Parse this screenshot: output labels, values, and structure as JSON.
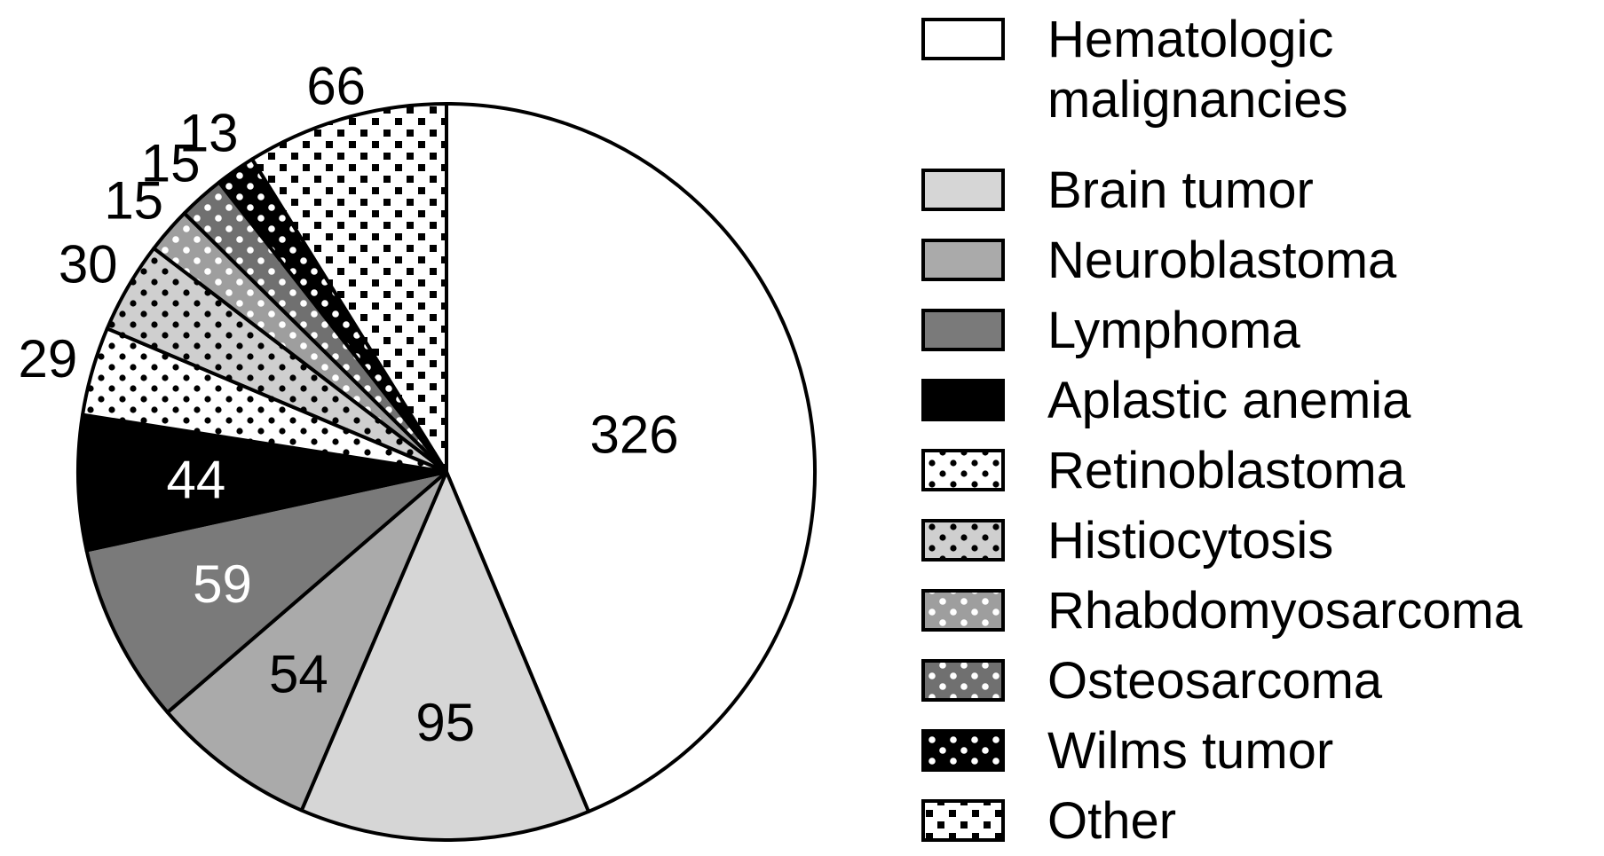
{
  "chart_data": {
    "type": "pie",
    "title": "",
    "start_angle_deg": 0,
    "direction": "clockwise",
    "legend_position": "right",
    "slices": [
      {
        "label": "Hematologic malignancies",
        "legend_lines": [
          "Hematologic",
          "malignancies"
        ],
        "value": 326,
        "fill": "#ffffff",
        "dots": "none",
        "value_label_color": "#000000",
        "value_label_outside": false
      },
      {
        "label": "Brain tumor",
        "legend_lines": [
          "Brain tumor"
        ],
        "value": 95,
        "fill": "#d6d6d6",
        "dots": "none",
        "value_label_color": "#000000",
        "value_label_outside": false
      },
      {
        "label": "Neuroblastoma",
        "legend_lines": [
          "Neuroblastoma"
        ],
        "value": 54,
        "fill": "#aaaaaa",
        "dots": "none",
        "value_label_color": "#000000",
        "value_label_outside": false
      },
      {
        "label": "Lymphoma",
        "legend_lines": [
          "Lymphoma"
        ],
        "value": 59,
        "fill": "#7a7a7a",
        "dots": "none",
        "value_label_color": "#ffffff",
        "value_label_outside": false
      },
      {
        "label": "Aplastic anemia",
        "legend_lines": [
          "Aplastic anemia"
        ],
        "value": 44,
        "fill": "#000000",
        "dots": "none",
        "value_label_color": "#ffffff",
        "value_label_outside": false
      },
      {
        "label": "Retinoblastoma",
        "legend_lines": [
          "Retinoblastoma"
        ],
        "value": 29,
        "fill": "#ffffff",
        "dots": "black-dots",
        "value_label_color": "#000000",
        "value_label_outside": true
      },
      {
        "label": "Histiocytosis",
        "legend_lines": [
          "Histiocytosis"
        ],
        "value": 30,
        "fill": "#cfcfcf",
        "dots": "black-dots",
        "value_label_color": "#000000",
        "value_label_outside": true
      },
      {
        "label": "Rhabdomyosarcoma",
        "legend_lines": [
          "Rhabdomyosarcoma"
        ],
        "value": 15,
        "fill": "#9e9e9e",
        "dots": "white-dots",
        "value_label_color": "#000000",
        "value_label_outside": true
      },
      {
        "label": "Osteosarcoma",
        "legend_lines": [
          "Osteosarcoma"
        ],
        "value": 15,
        "fill": "#707070",
        "dots": "white-dots",
        "value_label_color": "#000000",
        "value_label_outside": true
      },
      {
        "label": "Wilms tumor",
        "legend_lines": [
          "Wilms tumor"
        ],
        "value": 13,
        "fill": "#000000",
        "dots": "white-dots",
        "value_label_color": "#000000",
        "value_label_outside": true
      },
      {
        "label": "Other",
        "legend_lines": [
          "Other"
        ],
        "value": 66,
        "fill": "#ffffff",
        "dots": "black-squares",
        "value_label_color": "#000000",
        "value_label_outside": true
      }
    ]
  }
}
